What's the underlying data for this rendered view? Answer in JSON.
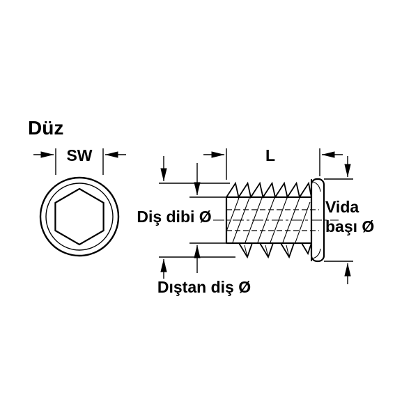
{
  "title": "Düz",
  "front_view": {
    "description": "hex-socket-front-view",
    "sw_label": "SW"
  },
  "side_view": {
    "description": "threaded-insert-side-view",
    "l_label": "L"
  },
  "dimensions": {
    "thread_root": "Diş dibi Ø",
    "external_thread": "Dıştan diş Ø",
    "head_line1": "Vida",
    "head_line2": "başı Ø"
  },
  "colors": {
    "line": "#000000",
    "background": "#ffffff"
  }
}
